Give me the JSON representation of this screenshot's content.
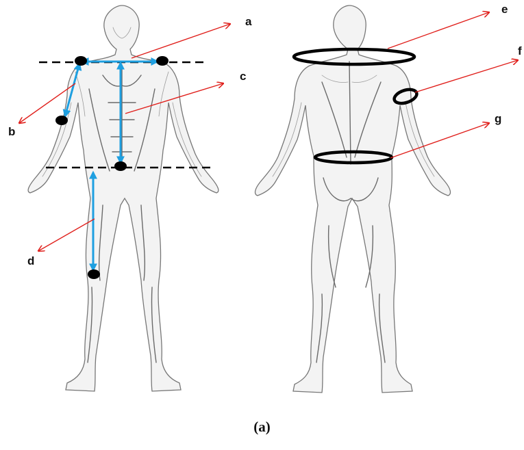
{
  "labels": {
    "a": "a",
    "b": "b",
    "c": "c",
    "d": "d",
    "e": "e",
    "f": "f",
    "g": "g"
  },
  "caption": "(a)",
  "colors": {
    "arrow": "#e0201c",
    "measure": "#1e9fe0",
    "markers": "#000000"
  }
}
